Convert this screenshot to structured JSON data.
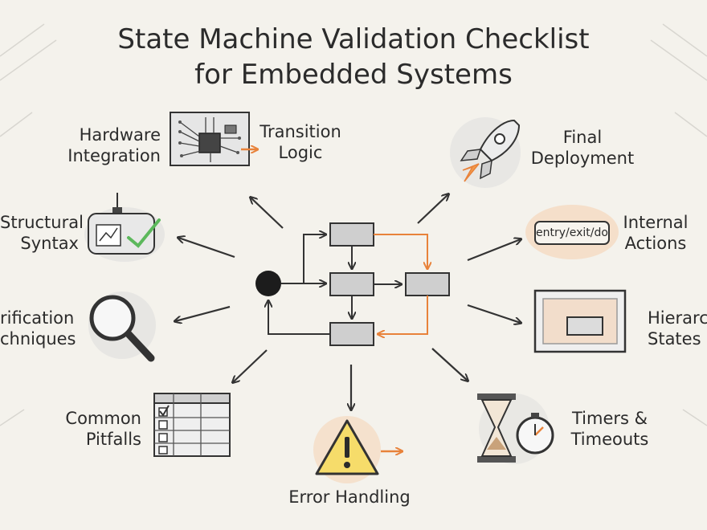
{
  "title": {
    "line1": "State Machine Validation Checklist",
    "line2": "for Embedded Systems"
  },
  "nodes": {
    "hardware_integration": {
      "line1": "Hardware",
      "line2": "Integration"
    },
    "transition_logic": {
      "line1": "Transition",
      "line2": "Logic"
    },
    "final_deployment": {
      "line1": "Final",
      "line2": "Deployment"
    },
    "structural_syntax": {
      "line1": "Structural",
      "line2": "Syntax"
    },
    "internal_actions": {
      "line1": "Internal",
      "line2": "Actions",
      "badge": "entry/exit/do"
    },
    "verification_techniques": {
      "line1": "rification",
      "line2": "chniques"
    },
    "hierarchical_states": {
      "line1": "Hierarc",
      "line2": "States"
    },
    "common_pitfalls": {
      "line1": "Common",
      "line2": "Pitfalls"
    },
    "timers_timeouts": {
      "line1": "Timers &",
      "line2": "Timeouts"
    },
    "error_handling": {
      "line1": "Error Handling"
    }
  },
  "colors": {
    "background": "#f4f2ec",
    "ink": "#2b2b2b",
    "accent": "#e8823a",
    "warning": "#f6dc6a",
    "check": "#5cb85c"
  },
  "icons": {
    "hardware_integration": "chip-icon",
    "final_deployment": "rocket-icon",
    "structural_syntax": "checkmark-device-icon",
    "verification_techniques": "magnifier-icon",
    "hierarchical_states": "nested-states-icon",
    "common_pitfalls": "checklist-icon",
    "timers_timeouts": "hourglass-stopwatch-icon",
    "error_handling": "warning-icon"
  }
}
